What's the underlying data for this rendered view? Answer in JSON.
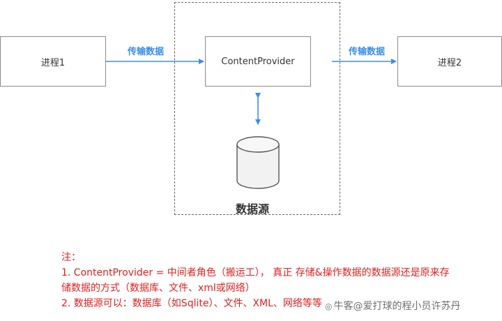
{
  "diagram": {
    "process1": "进程1",
    "provider": "ContentProvider",
    "process2": "进程2",
    "transfer_left": "传输数据",
    "transfer_right": "传输数据",
    "datasource": "数据源"
  },
  "notes": {
    "title": "注：",
    "line1": "1. ContentProvider = 中间者角色（搬运工）， 真正 存储&操作数据的数据源还是原来存",
    "line2": "储数据的方式（数据库、文件、xml或网络）",
    "line3": "2. 数据源可以：数据库（如Sqlite）、文件、XML、网络等等"
  },
  "watermark": {
    "text": "牛客@爱打球的程小员许苏丹"
  },
  "colors": {
    "arrow": "#3a8ee6",
    "note": "#e02020",
    "border": "#8a8a8a"
  }
}
